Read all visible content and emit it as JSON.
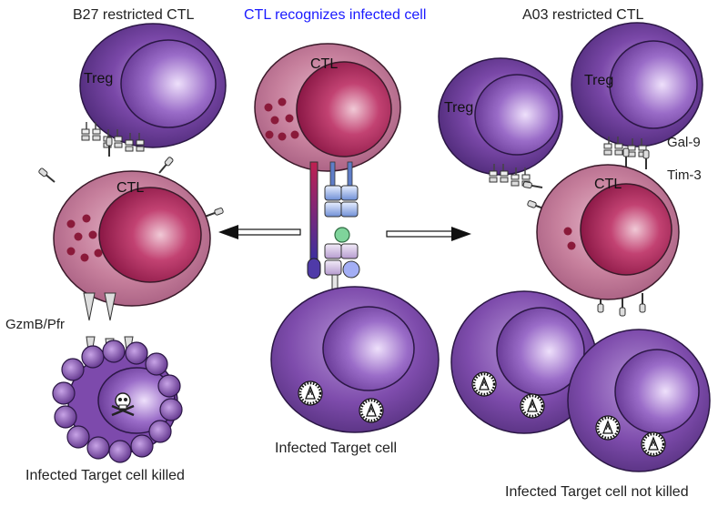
{
  "header": {
    "left_title": "B27 restricted CTL",
    "center_title": "CTL recognizes infected cell",
    "right_title": "A03 restricted CTL",
    "center_title_color": "#1a1aff"
  },
  "labels": {
    "treg_left": "Treg",
    "ctl_center": "CTL",
    "ctl_left": "CTL",
    "treg_right_a": "Treg",
    "treg_right_b": "Treg",
    "ctl_right": "CTL",
    "gal9": "Gal-9",
    "tim3": "Tim-3",
    "gzmb": "GzmB/Pfr",
    "infected_center": "Infected Target cell",
    "killed": "Infected Target cell killed",
    "not_killed": "Infected Target cell not killed"
  },
  "colors": {
    "ctl_body": "#b86a8a",
    "ctl_nucleus": "#b0285a",
    "treg_body": "#6b3f99",
    "target_body": "#7a46a8",
    "granule": "#8a1a3a"
  },
  "icons": {
    "skull": "skull-and-crossbones-icon",
    "virus": "virus-icon",
    "arrow_left": "arrow-left-icon",
    "arrow_right": "arrow-right-icon"
  }
}
